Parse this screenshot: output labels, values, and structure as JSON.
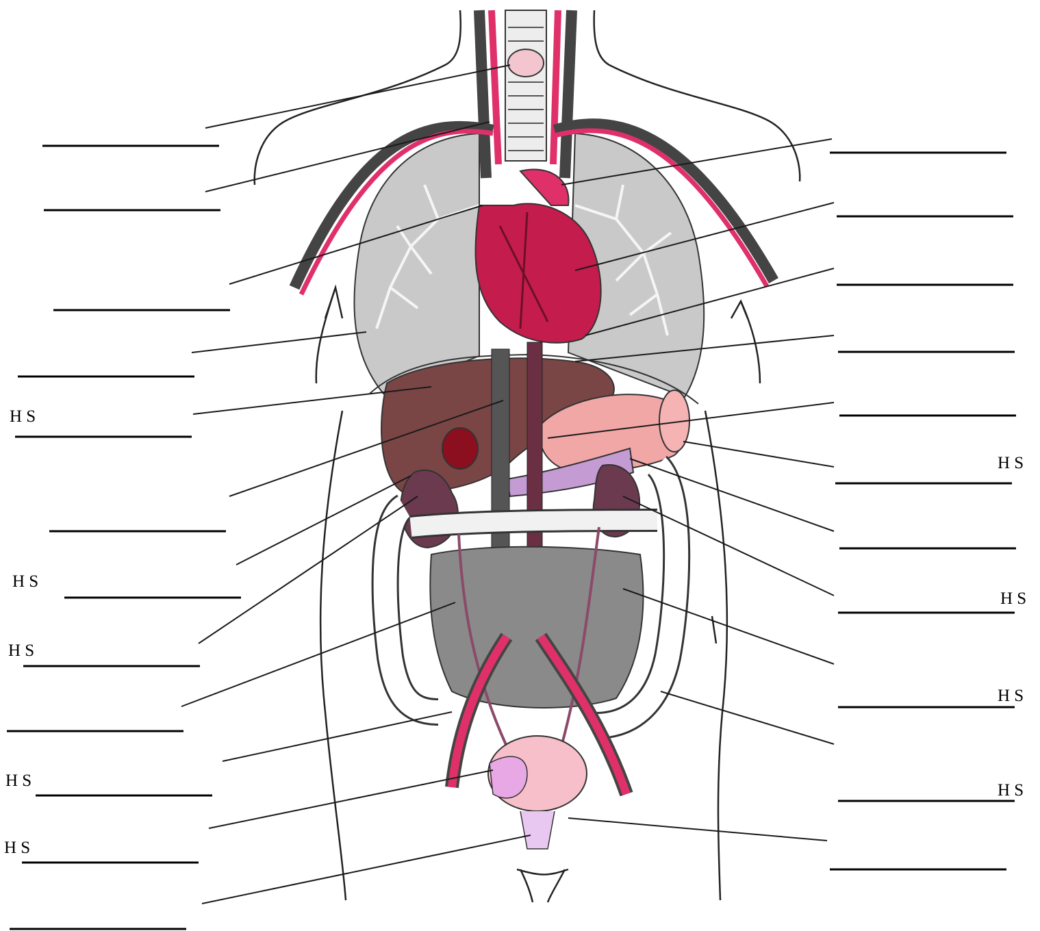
{
  "figure": {
    "description_hidden": "",
    "left_blanks": [
      {
        "id": "l1",
        "prefix": ""
      },
      {
        "id": "l2",
        "prefix": ""
      },
      {
        "id": "l3",
        "prefix": ""
      },
      {
        "id": "l4",
        "prefix": ""
      },
      {
        "id": "l5",
        "prefix": "H  S"
      },
      {
        "id": "l6",
        "prefix": ""
      },
      {
        "id": "l7",
        "prefix": "H  S"
      },
      {
        "id": "l8",
        "prefix": "H  S"
      },
      {
        "id": "l9",
        "prefix": ""
      },
      {
        "id": "l10",
        "prefix": "H  S"
      },
      {
        "id": "l11",
        "prefix": "H  S"
      },
      {
        "id": "l12",
        "prefix": ""
      }
    ],
    "right_blanks": [
      {
        "id": "r1",
        "suffix": ""
      },
      {
        "id": "r2",
        "suffix": ""
      },
      {
        "id": "r3",
        "suffix": ""
      },
      {
        "id": "r4",
        "suffix": ""
      },
      {
        "id": "r5",
        "suffix": ""
      },
      {
        "id": "r6",
        "suffix": "H  S"
      },
      {
        "id": "r7",
        "suffix": ""
      },
      {
        "id": "r8",
        "suffix": "H  S"
      },
      {
        "id": "r9",
        "suffix": "H  S"
      },
      {
        "id": "r10",
        "suffix": "H  S"
      },
      {
        "id": "r11",
        "suffix": ""
      }
    ],
    "colors": {
      "artery": "#e0306a",
      "vein": "#444444",
      "heart": "#c41c4c",
      "lung": "#c9c9c9",
      "liver": "#7a4545",
      "stomach": "#f2a7a7",
      "kidney": "#6b3a4f",
      "intestine": "#8a8a8a",
      "bladder": "#f7bfc9",
      "gland": "#8b0f1f"
    }
  }
}
